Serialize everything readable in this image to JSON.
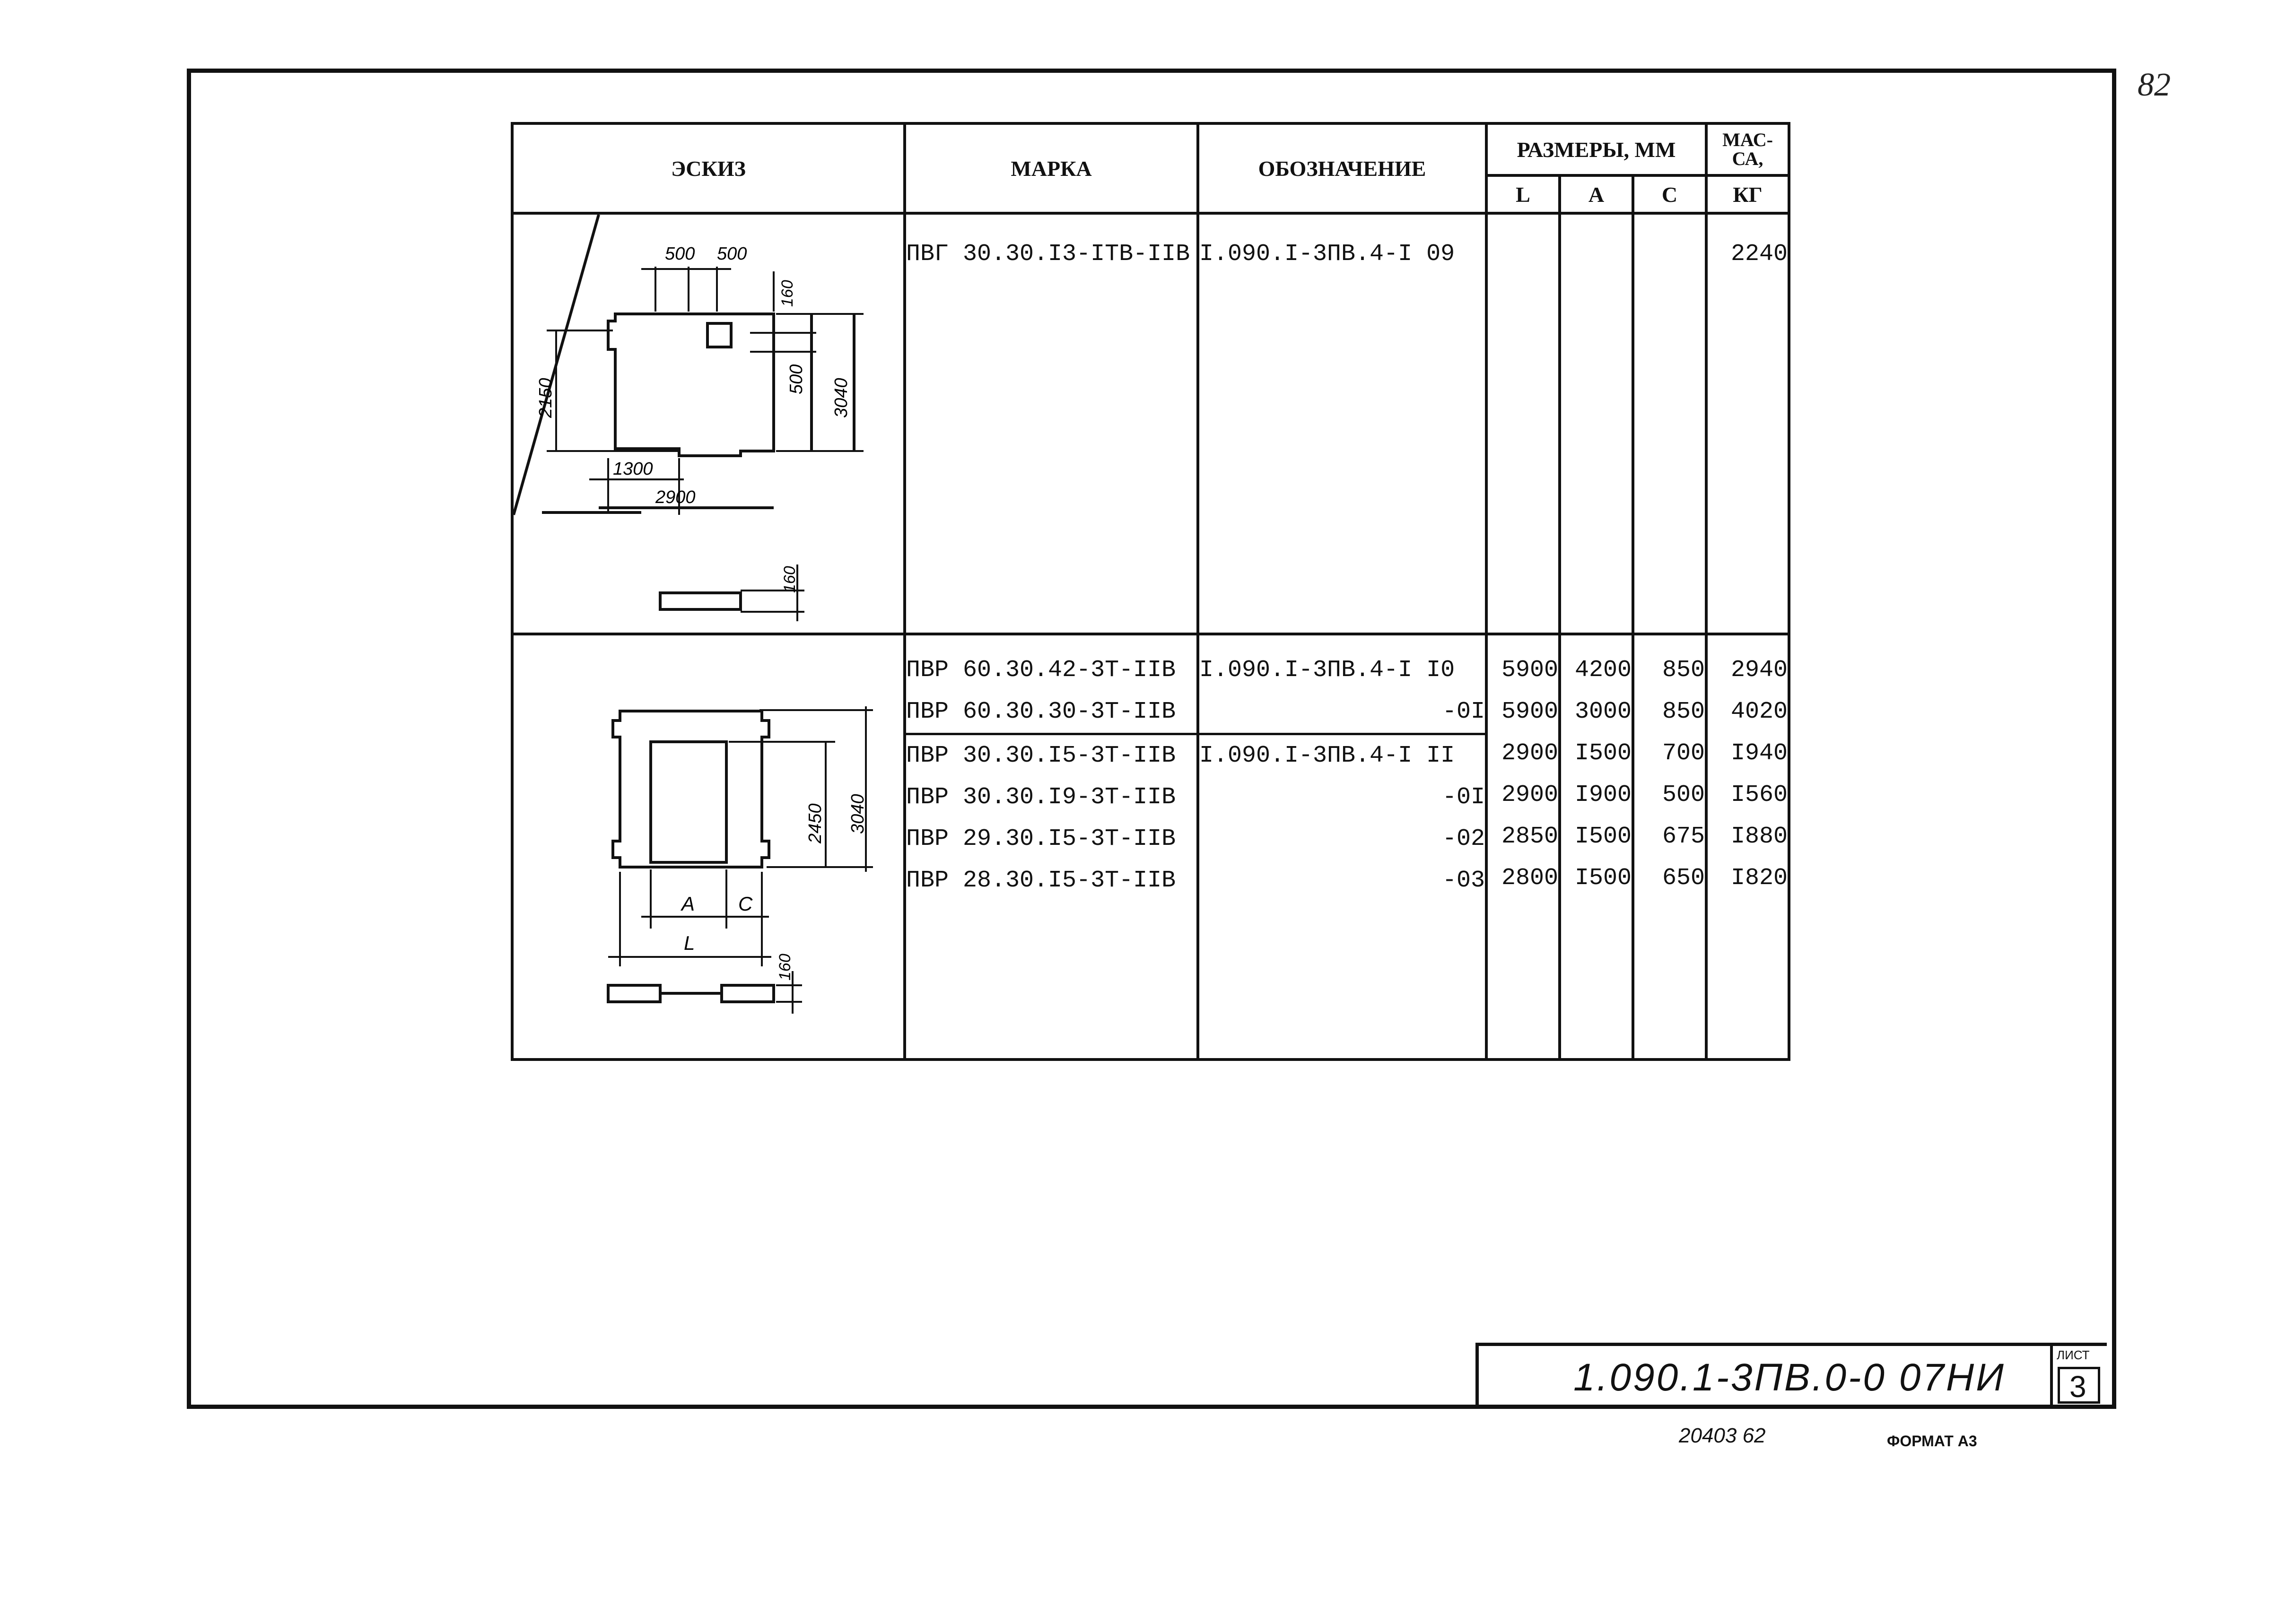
{
  "corner_note": "82",
  "table": {
    "headers": {
      "sketch": "ЭСКИЗ",
      "marka": "МАРКА",
      "designation": "ОБОЗНАЧЕНИЕ",
      "sizes": "РАЗМЕРЫ, ММ",
      "L": "L",
      "A": "A",
      "C": "C",
      "mass": "МАС-\nСА,",
      "mass_unit": "КГ"
    },
    "group1": {
      "marka": "ПВГ 30.30.I3-IТВ-IIВ",
      "designation": "I.090.I-3ПВ.4-I 09",
      "mass": "2240",
      "sketch_dims": [
        "500",
        "500",
        "160",
        "500",
        "3040",
        "2150",
        "1300",
        "2900",
        "160"
      ]
    },
    "group2": {
      "sketch_dims": [
        "2450",
        "3040",
        "A",
        "C",
        "L",
        "160"
      ],
      "rows": [
        {
          "marka": "ПВР 60.30.42-3Т-IIВ",
          "designation": "I.090.I-3ПВ.4-I I0",
          "L": "5900",
          "A": "4200",
          "C": "850",
          "mass": "2940"
        },
        {
          "marka": "ПВР 60.30.30-3Т-IIВ",
          "designation": "-0I",
          "L": "5900",
          "A": "3000",
          "C": "850",
          "mass": "4020"
        },
        {
          "marka": "ПВР 30.30.I5-3Т-IIВ",
          "designation": "I.090.I-3ПВ.4-I II",
          "L": "2900",
          "A": "I500",
          "C": "700",
          "mass": "I940"
        },
        {
          "marka": "ПВР 30.30.I9-3Т-IIВ",
          "designation": "-0I",
          "L": "2900",
          "A": "I900",
          "C": "500",
          "mass": "I560"
        },
        {
          "marka": "ПВР 29.30.I5-3Т-IIВ",
          "designation": "-02",
          "L": "2850",
          "A": "I500",
          "C": "675",
          "mass": "I880"
        },
        {
          "marka": "ПВР 28.30.I5-3Т-IIВ",
          "designation": "-03",
          "L": "2800",
          "A": "I500",
          "C": "650",
          "mass": "I820"
        }
      ]
    }
  },
  "title_block": {
    "doc_code": "1.090.1-3ПВ.0-0  07НИ",
    "sheet_label": "ЛИСТ",
    "sheet_number": "3"
  },
  "inventory_number": "20403  62",
  "format": "ФОРМАТ А3"
}
